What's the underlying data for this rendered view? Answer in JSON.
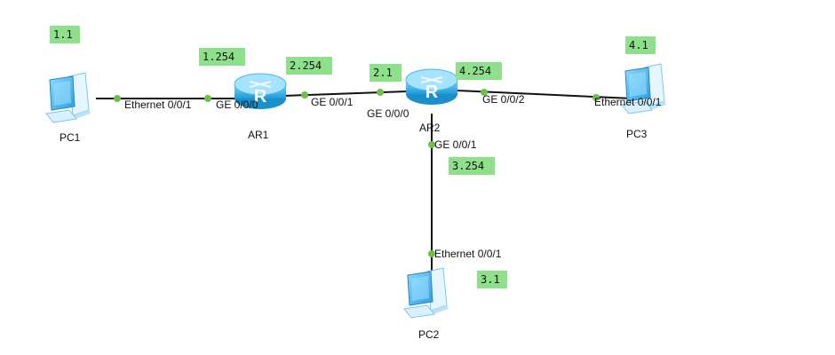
{
  "colors": {
    "link": "#111111",
    "port_dot": "#6cc04a",
    "ip_bg": "#8fe08a",
    "router_body": "#3fb3e8",
    "router_top": "#9fe0ff",
    "pc_screen": "#52b8ef",
    "pc_case": "#dff3ff"
  },
  "devices": {
    "pc1": {
      "name": "PC1"
    },
    "ar1": {
      "name": "AR1"
    },
    "ar2": {
      "name": "AR2"
    },
    "pc3": {
      "name": "PC3"
    },
    "pc2": {
      "name": "PC2"
    }
  },
  "ip_labels": {
    "pc1": "1.1",
    "ar1": "1.254",
    "ar1_ge001": "2.254",
    "ar2_ge000": "2.1",
    "ar2_ge002": "4.254",
    "pc3": "4.1",
    "ar2_ge001": "3.254",
    "pc2": "3.1"
  },
  "ports": {
    "pc1_eth": "Ethernet 0/0/1",
    "ar1_ge000": "GE 0/0/0",
    "ar1_ge001": "GE 0/0/1",
    "ar2_ge000": "GE 0/0/0",
    "ar2_ge002": "GE 0/0/2",
    "pc3_eth": "Ethernet 0/0/1",
    "ar2_ge001": "GE 0/0/1",
    "pc2_eth": "Ethernet 0/0/1"
  }
}
